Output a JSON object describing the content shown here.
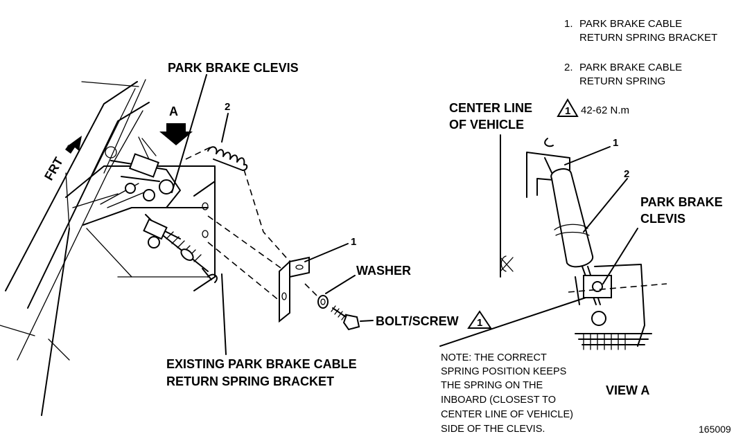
{
  "legend": {
    "item1_number": "1.",
    "item1_line1": "PARK BRAKE CABLE",
    "item1_line2": "RETURN SPRING BRACKET",
    "item2_number": "2.",
    "item2_line1": "PARK BRAKE CABLE",
    "item2_line2": "RETURN SPRING"
  },
  "torque": {
    "symbol_number": "1",
    "value": "42-62 N.m"
  },
  "main_view": {
    "clevis_label": "PARK BRAKE CLEVIS",
    "view_arrow_letter": "A",
    "frt_label": "FRT",
    "callout_2": "2",
    "callout_1": "1",
    "washer_label": "WASHER",
    "bolt_label": "BOLT/SCREW",
    "bolt_symbol_number": "1",
    "existing_line1": "EXISTING PARK BRAKE CABLE",
    "existing_line2": "RETURN SPRING BRACKET"
  },
  "view_a": {
    "centerline_line1": "CENTER LINE",
    "centerline_line2": "OF VEHICLE",
    "callout_1": "1",
    "callout_2": "2",
    "clevis_line1": "PARK BRAKE",
    "clevis_line2": "CLEVIS",
    "title": "VIEW A"
  },
  "note": {
    "line1": "NOTE: THE CORRECT",
    "line2": "SPRING POSITION KEEPS",
    "line3": "THE SPRING ON THE",
    "line4": "INBOARD (CLOSEST TO",
    "line5": "CENTER LINE OF VEHICLE)",
    "line6": "SIDE OF THE CLEVIS."
  },
  "figure_number": "165009"
}
